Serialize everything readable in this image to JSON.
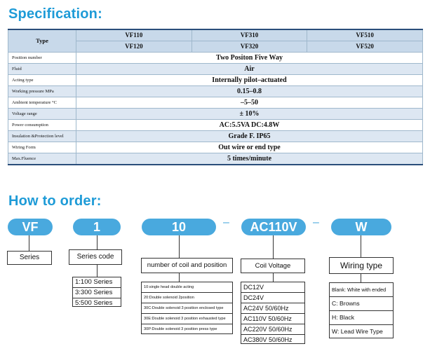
{
  "spec": {
    "title": "Specification:",
    "type_label": "Type",
    "models": [
      [
        "VF110",
        "VF310",
        "VF510"
      ],
      [
        "VF120",
        "VF320",
        "VF520"
      ]
    ],
    "rows": [
      {
        "label": "Position number",
        "value": "Two Positon Five Way"
      },
      {
        "label": "Fluid",
        "value": "Air"
      },
      {
        "label": "Acting type",
        "value": "Internally pilot–actuated"
      },
      {
        "label": "Working pressure  MPa",
        "value": "0.15–0.8"
      },
      {
        "label": "Ambient temperature °C",
        "value": "–5–50"
      },
      {
        "label": "Voltage range",
        "value": "± 10%"
      },
      {
        "label": "Power consumption",
        "value": "AC:5.5VA   DC:4.8W"
      },
      {
        "label": "Insulation &Protection level",
        "value": "Grade F. IP65"
      },
      {
        "label": "Wiring Form",
        "value": "Out wire or end type"
      },
      {
        "label": "Max.Fluence",
        "value": "5 times/minute"
      }
    ]
  },
  "order": {
    "title": "How to order:",
    "parts": [
      "VF",
      "1",
      "10",
      "AC110V",
      "W"
    ],
    "dashes": [
      "–",
      "–"
    ],
    "series": {
      "label": "Series"
    },
    "series_code": {
      "label": "Series code",
      "items": [
        "1:100 Series",
        "3:300 Series",
        "5:500 Series"
      ]
    },
    "coil": {
      "label": "number of coil and position",
      "items": [
        "10:single head double acting",
        "20:Double  solenoid 2position",
        "30C:Double solenoid 3 position enclosed type",
        "30E:Double solenoid 3 position exhausted type",
        "30P:Double solenoid 3 position press type"
      ]
    },
    "voltage": {
      "label": "Coil Voltage",
      "items": [
        "DC12V",
        "DC24V",
        "AC24V   50/60Hz",
        "AC110V  50/60Hz",
        "AC220V  50/60Hz",
        "AC380V  50/60Hz"
      ]
    },
    "wiring": {
      "label": "Wiring type",
      "items": [
        "Blank: White with ended",
        "C: Browns",
        "H: Black",
        "W: Lead Wire Type"
      ]
    }
  }
}
